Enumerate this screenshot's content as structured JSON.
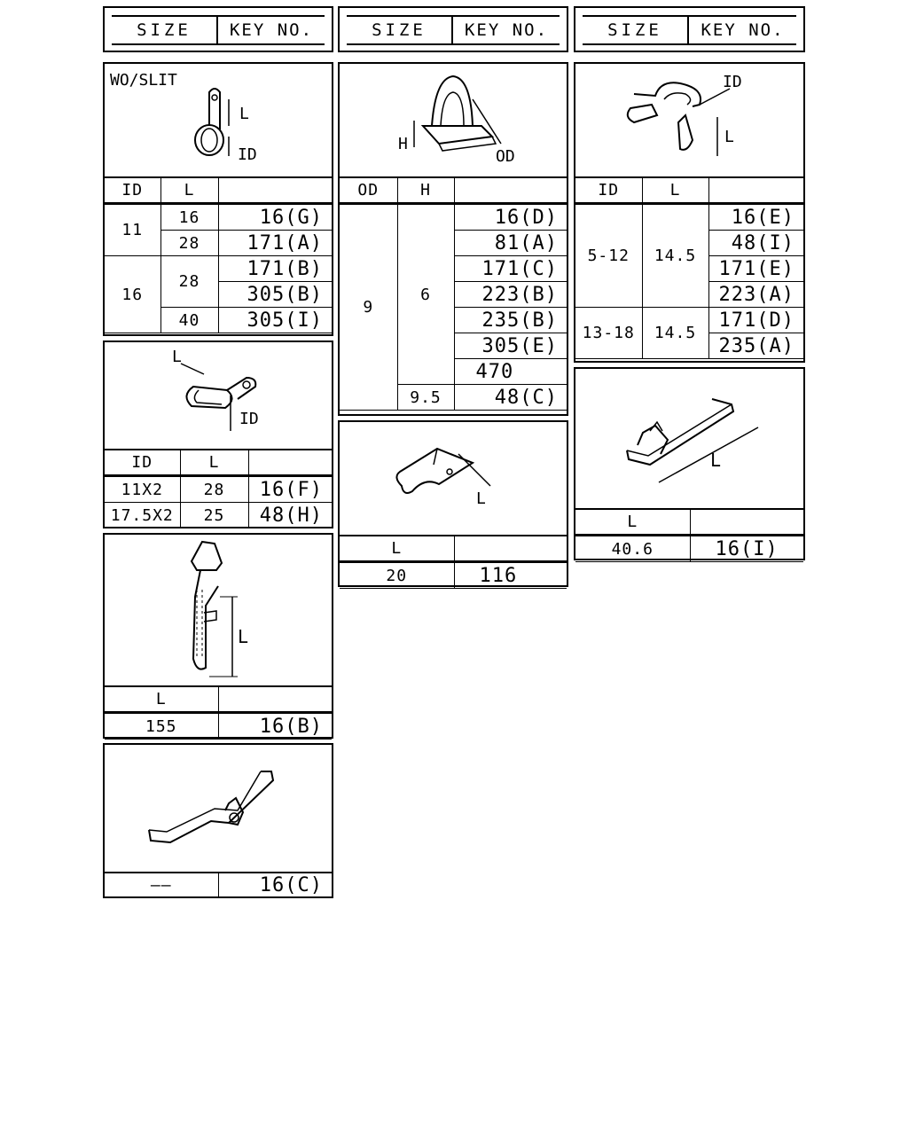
{
  "header": {
    "size_label": "SIZE",
    "key_label": "KEY NO."
  },
  "col1": {
    "p1": {
      "note": "WO/SLIT",
      "fig_labels": {
        "l": "L",
        "id": "ID"
      },
      "head": {
        "a": "ID",
        "b": "L"
      },
      "rows": [
        {
          "id": "11",
          "l": "16",
          "key": "16(G)"
        },
        {
          "l": "28",
          "key": "171(A)"
        },
        {
          "id": "16",
          "l": "28",
          "key": "171(B)"
        },
        {
          "key": "305(B)"
        },
        {
          "l": "40",
          "key": "305(I)"
        }
      ]
    },
    "p2": {
      "fig_labels": {
        "l": "L",
        "id": "ID"
      },
      "head": {
        "a": "ID",
        "b": "L"
      },
      "rows": [
        {
          "id": "11X2",
          "l": "28",
          "key": "16(F)"
        },
        {
          "id": "17.5X2",
          "l": "25",
          "key": "48(H)"
        }
      ]
    },
    "p3": {
      "fig_labels": {
        "l": "L"
      },
      "head": {
        "a": "L"
      },
      "rows": [
        {
          "l": "155",
          "key": "16(B)"
        }
      ]
    },
    "p4": {
      "rows": [
        {
          "l": "——",
          "key": "16(C)"
        }
      ]
    }
  },
  "col2": {
    "p1": {
      "fig_labels": {
        "h": "H",
        "od": "OD"
      },
      "head": {
        "a": "OD",
        "b": "H"
      },
      "od": "9",
      "h1": "6",
      "h2": "9.5",
      "keys": [
        "16(D)",
        "81(A)",
        "171(C)",
        "223(B)",
        "235(B)",
        "305(E)",
        "470",
        "48(C)"
      ]
    },
    "p2": {
      "fig_labels": {
        "l": "L"
      },
      "head": {
        "a": "L"
      },
      "rows": [
        {
          "l": "20",
          "key": "116"
        }
      ]
    }
  },
  "col3": {
    "p1": {
      "fig_labels": {
        "id": "ID",
        "l": "L"
      },
      "head": {
        "a": "ID",
        "b": "L"
      },
      "g1": {
        "id": "5-12",
        "l": "14.5",
        "keys": [
          "16(E)",
          "48(I)",
          "171(E)",
          "223(A)"
        ]
      },
      "g2": {
        "id": "13-18",
        "l": "14.5",
        "keys": [
          "171(D)",
          "235(A)"
        ]
      }
    },
    "p2": {
      "fig_labels": {
        "l": "L"
      },
      "head": {
        "a": "L"
      },
      "rows": [
        {
          "l": "40.6",
          "key": "16(I)"
        }
      ]
    }
  }
}
